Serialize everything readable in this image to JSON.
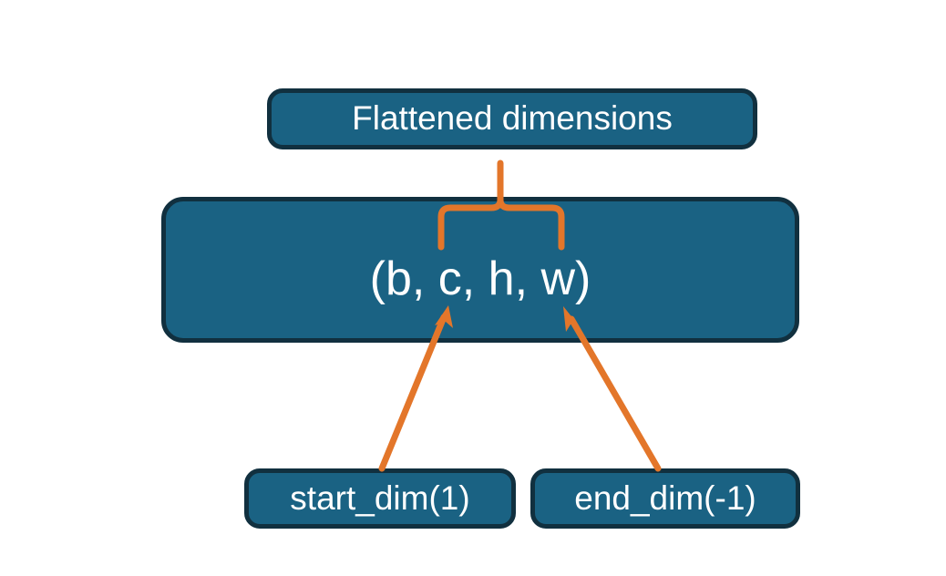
{
  "diagram": {
    "title_node": {
      "label": "Flattened dimensions"
    },
    "shape_node": {
      "label": "(b, c, h, w)"
    },
    "start_node": {
      "label": "start_dim(1)"
    },
    "end_node": {
      "label": "end_dim(-1)"
    },
    "annotations": {
      "brace_name": "flattened-range-brace",
      "left_arrow_name": "start-dim-arrow",
      "right_arrow_name": "end-dim-arrow"
    },
    "colors": {
      "node_fill": "#1A6283",
      "node_border": "#11303F",
      "node_text": "#FFFFFF",
      "accent_orange": "#E3762A",
      "background": "#FFFFFF"
    }
  }
}
